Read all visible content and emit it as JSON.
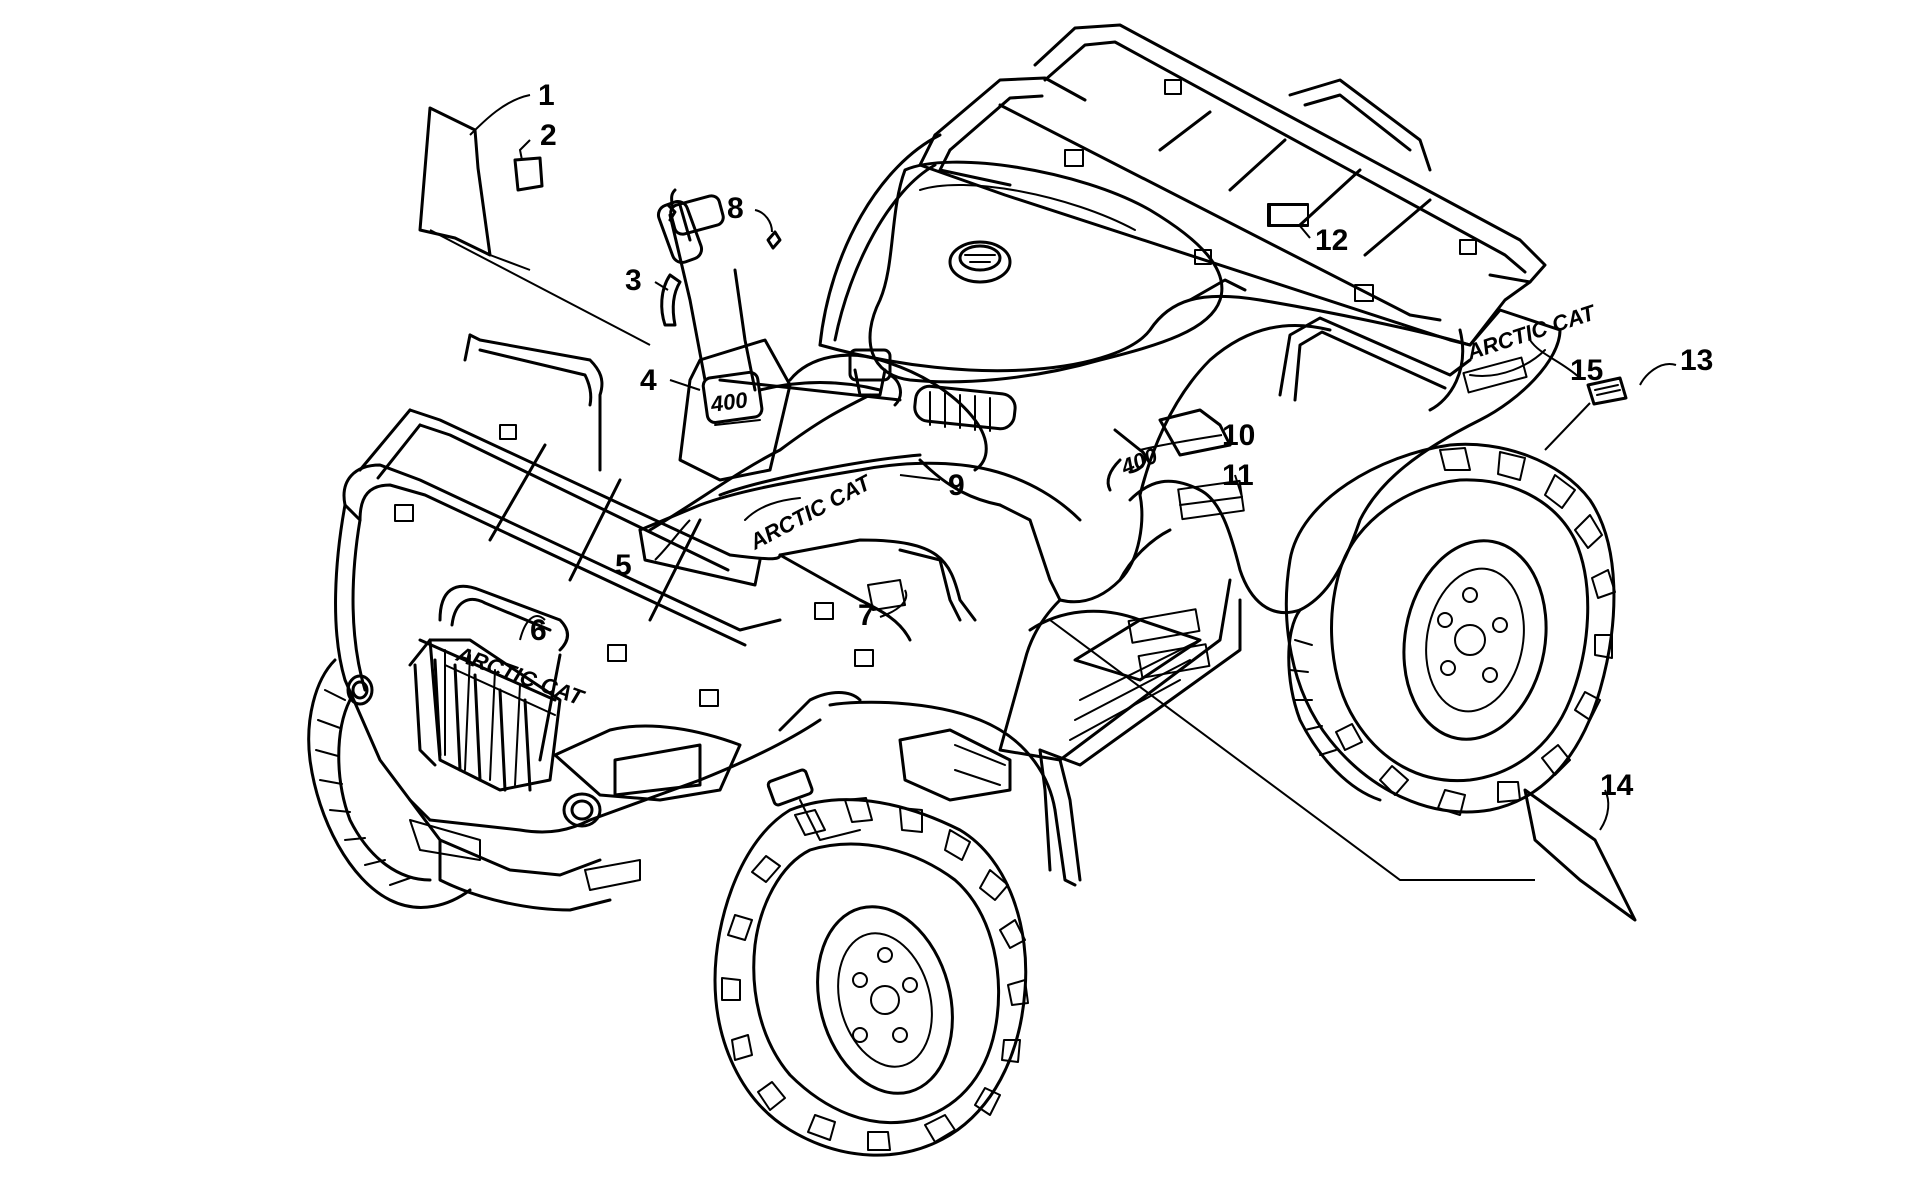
{
  "diagram": {
    "callouts": [
      {
        "id": "1",
        "label": "1"
      },
      {
        "id": "2",
        "label": "2"
      },
      {
        "id": "3",
        "label": "3"
      },
      {
        "id": "4",
        "label": "4"
      },
      {
        "id": "5",
        "label": "5"
      },
      {
        "id": "6",
        "label": "6"
      },
      {
        "id": "7",
        "label": "7"
      },
      {
        "id": "8",
        "label": "8"
      },
      {
        "id": "9",
        "label": "9"
      },
      {
        "id": "10",
        "label": "10"
      },
      {
        "id": "11",
        "label": "11"
      },
      {
        "id": "12",
        "label": "12"
      },
      {
        "id": "13",
        "label": "13"
      },
      {
        "id": "14",
        "label": "14"
      },
      {
        "id": "15",
        "label": "15"
      }
    ],
    "decal_text": {
      "brand_side": "ARCTIC CAT",
      "brand_front": "ARCTIC CAT",
      "engine_size": "400",
      "rear_plate": "ARCTIC CAT"
    }
  }
}
